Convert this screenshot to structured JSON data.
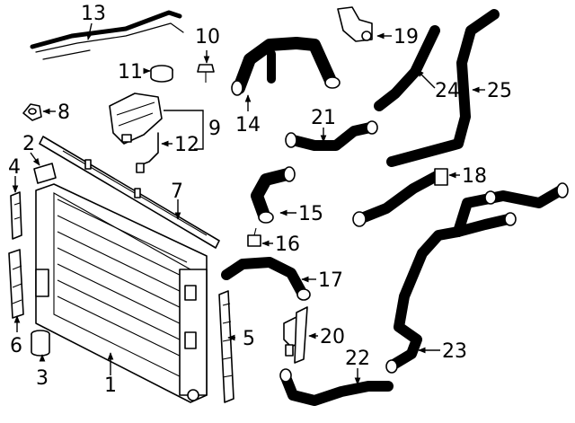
{
  "callouts": [
    {
      "id": "1",
      "text": "1"
    },
    {
      "id": "2",
      "text": "2"
    },
    {
      "id": "3",
      "text": "3"
    },
    {
      "id": "4",
      "text": "4"
    },
    {
      "id": "5",
      "text": "5"
    },
    {
      "id": "6",
      "text": "6"
    },
    {
      "id": "7",
      "text": "7"
    },
    {
      "id": "8",
      "text": "8"
    },
    {
      "id": "9",
      "text": "9"
    },
    {
      "id": "10",
      "text": "10"
    },
    {
      "id": "11",
      "text": "11"
    },
    {
      "id": "12",
      "text": "12"
    },
    {
      "id": "13",
      "text": "13"
    },
    {
      "id": "14",
      "text": "14"
    },
    {
      "id": "15",
      "text": "15"
    },
    {
      "id": "16",
      "text": "16"
    },
    {
      "id": "17",
      "text": "17"
    },
    {
      "id": "18",
      "text": "18"
    },
    {
      "id": "19",
      "text": "19"
    },
    {
      "id": "20",
      "text": "20"
    },
    {
      "id": "21",
      "text": "21"
    },
    {
      "id": "22",
      "text": "22"
    },
    {
      "id": "23",
      "text": "23"
    },
    {
      "id": "24",
      "text": "24"
    },
    {
      "id": "25",
      "text": "25"
    }
  ]
}
